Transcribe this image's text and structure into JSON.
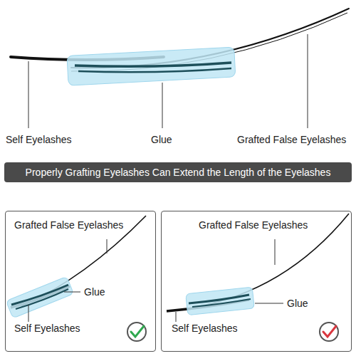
{
  "diagram": {
    "nodes": [
      {
        "text": [
          "Properly Grafting Eyelashes Can Extend the Length of the Eyelashes"
        ]
      },
      {
        "text": [
          "Grafted False Eyelashes",
          "Glue",
          "Self Eyelashes"
        ]
      },
      {
        "text": [
          "Grafted False Eyelashes",
          "Glue",
          "Self Eyelashes"
        ]
      }
    ],
    "labels": [
      "Self Eyelashes",
      "Glue",
      "Grafted False Eyelashes"
    ]
  }
}
